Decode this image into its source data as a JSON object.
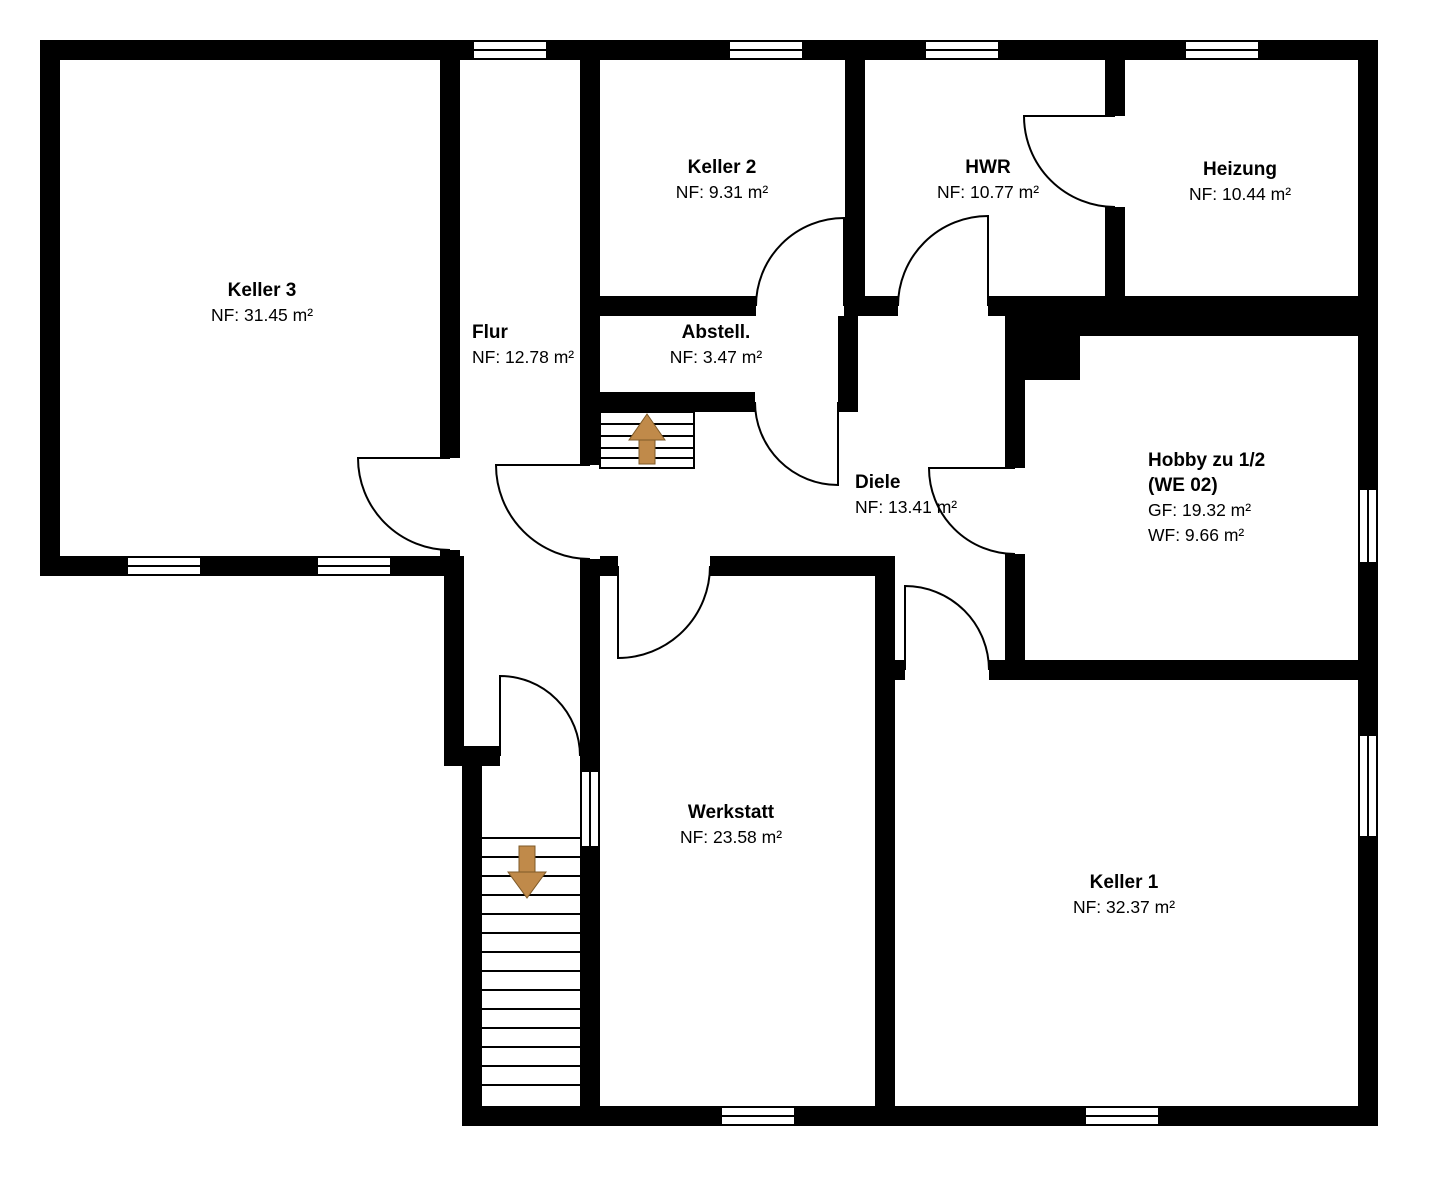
{
  "rooms": {
    "keller3": {
      "name": "Keller 3",
      "area": "NF: 31.45 m²"
    },
    "flur": {
      "name": "Flur",
      "area": "NF: 12.78 m²"
    },
    "keller2": {
      "name": "Keller 2",
      "area": "NF: 9.31 m²"
    },
    "hwr": {
      "name": "HWR",
      "area": "NF: 10.77 m²"
    },
    "heizung": {
      "name": "Heizung",
      "area": "NF: 10.44 m²"
    },
    "abstell": {
      "name": "Abstell.",
      "area": "NF: 3.47 m²"
    },
    "diele": {
      "name": "Diele",
      "area": "NF: 13.41 m²"
    },
    "hobby": {
      "name": "Hobby zu 1/2",
      "unit": "(WE 02)",
      "gf": "GF: 19.32 m²",
      "wf": "WF: 9.66 m²"
    },
    "werkstatt": {
      "name": "Werkstatt",
      "area": "NF: 23.58 m²"
    },
    "keller1": {
      "name": "Keller 1",
      "area": "NF: 32.37 m²"
    }
  },
  "colors": {
    "wall": "#000000",
    "background": "#ffffff",
    "stair_arrow": "#c08a4a",
    "stair_arrow_outline": "#7e5a28"
  }
}
